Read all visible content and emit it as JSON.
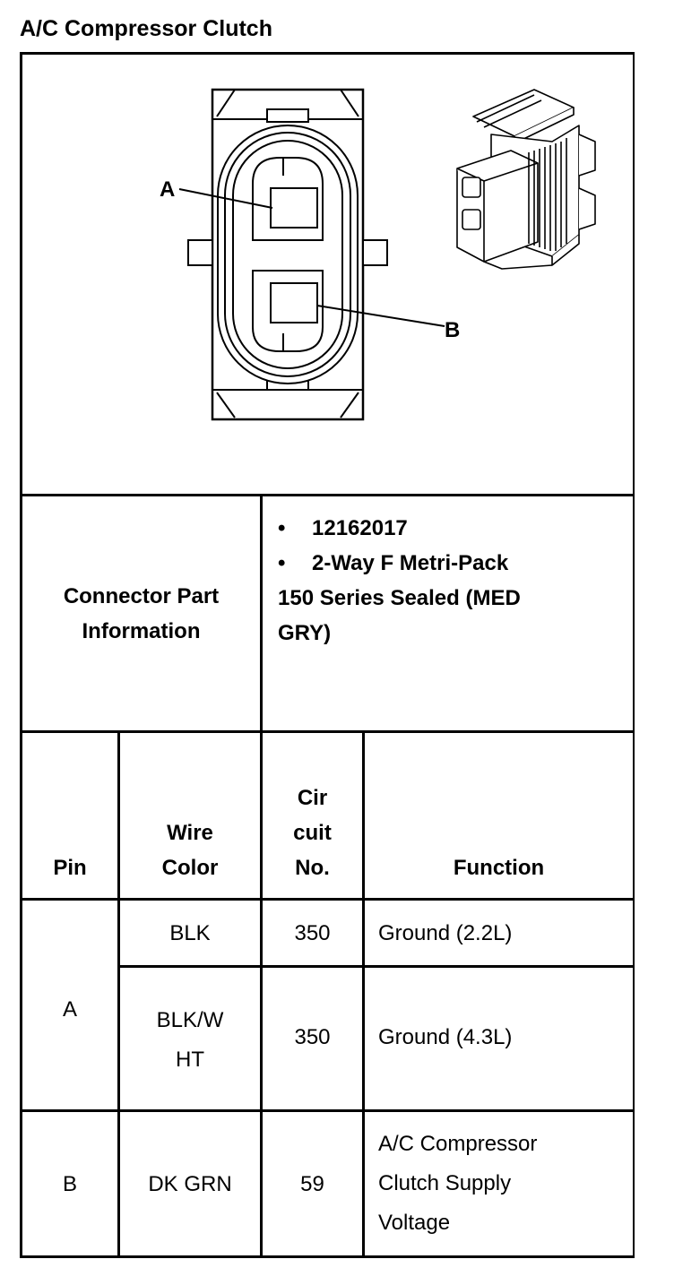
{
  "title": "A/C Compressor Clutch",
  "diagram": {
    "pin_a_label": "A",
    "pin_b_label": "B"
  },
  "connector_info": {
    "header": "Connector Part Information",
    "bullets": [
      "12162017",
      "2-Way F Metri-Pack"
    ],
    "continuation": [
      "150 Series Sealed (MED",
      "GRY)"
    ]
  },
  "table": {
    "headers": {
      "pin": "Pin",
      "wire_color": [
        "Wire",
        "Color"
      ],
      "circuit": [
        "Cir",
        "cuit",
        "No."
      ],
      "function": "Function"
    },
    "rows": [
      {
        "pin": "A",
        "wire_color": "BLK",
        "circuit": "350",
        "function": "Ground (2.2L)"
      },
      {
        "pin": "",
        "wire_color": "BLK/W HT",
        "wire_color_lines": [
          "BLK/W",
          "HT"
        ],
        "circuit": "350",
        "function": "Ground (4.3L)"
      },
      {
        "pin": "B",
        "wire_color": "DK GRN",
        "circuit": "59",
        "function_lines": [
          "A/C Compressor",
          "Clutch Supply",
          "Voltage"
        ]
      }
    ]
  }
}
